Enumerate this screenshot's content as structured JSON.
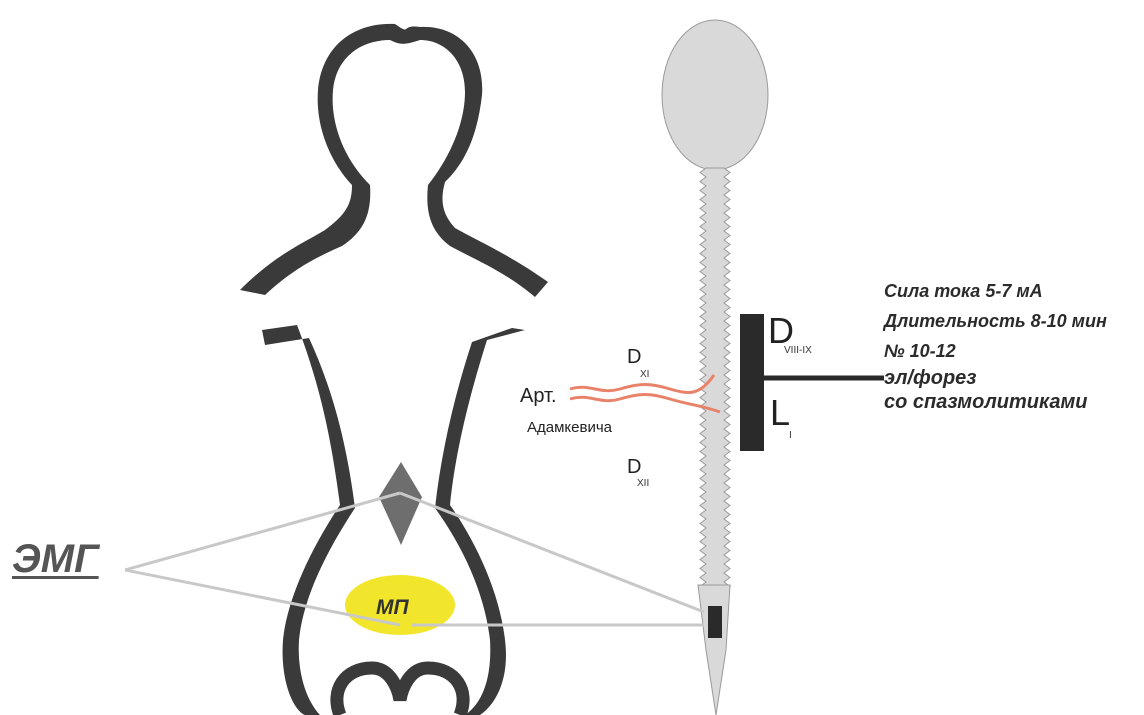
{
  "labels": {
    "emg": "ЭМГ",
    "mp": "МП",
    "art": "Арт.",
    "adamkevich": "Адамкевича",
    "d_xi_letter": "D",
    "d_xi_sub": "XI",
    "d_xii_letter": "D",
    "d_xii_sub": "XII",
    "d_top_letter": "D",
    "d_top_sub": "VIII-IX",
    "l_letter": "L",
    "l_sub": "I"
  },
  "params": [
    "Сила тока  5-7 мА",
    "Длительность 8-10 мин",
    "№ 10-12",
    "эл/форез",
    "со спазмолитиками"
  ],
  "colors": {
    "outline": "#3a3a3a",
    "spine": "#d9d9d9",
    "artery": "#e8836a",
    "lead": "#c8c8c8",
    "bladder": "#f2e62c",
    "diamond": "#6e6e6e",
    "electrode": "#2a2a2a"
  }
}
